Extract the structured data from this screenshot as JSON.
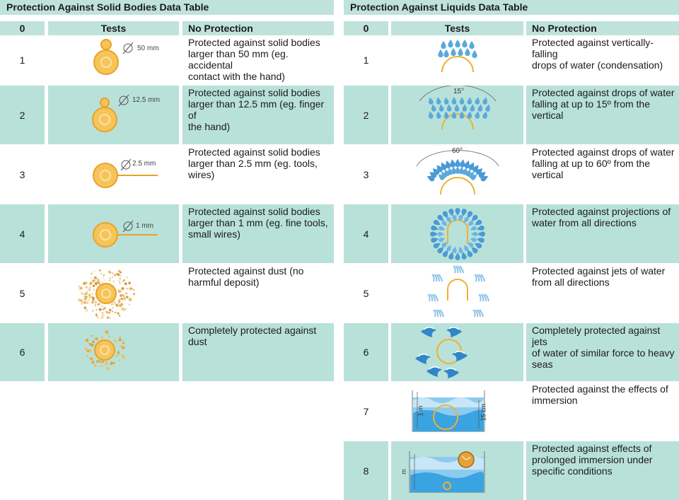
{
  "solid": {
    "title": "Protection Against Solid Bodies Data Table",
    "headers": {
      "index": "0",
      "tests": "Tests",
      "description": "No Protection"
    },
    "rows": [
      {
        "num": "1",
        "label": "50 mm",
        "icon": "solid-50mm-icon",
        "lines": [
          "Protected against solid bodies",
          "larger than 50 mm (eg. accidental",
          "contact with the hand)"
        ]
      },
      {
        "num": "2",
        "label": "12.5 mm",
        "icon": "solid-12-5mm-icon",
        "lines": [
          "Protected against solid bodies",
          "larger than 12.5 mm (eg. finger of",
          "the hand)"
        ]
      },
      {
        "num": "3",
        "label": "2.5 mm",
        "icon": "solid-2-5mm-icon",
        "lines": [
          "Protected against solid bodies",
          "larger than 2.5 mm (eg. tools,",
          "wires)"
        ]
      },
      {
        "num": "4",
        "label": "1 mm",
        "icon": "solid-1mm-icon",
        "lines": [
          "Protected against solid bodies",
          "larger than 1 mm (eg. fine tools,",
          "small wires)"
        ]
      },
      {
        "num": "5",
        "label": "",
        "icon": "dust-protected-icon",
        "lines": [
          "Protected against dust (no",
          "harmful deposit)"
        ]
      },
      {
        "num": "6",
        "label": "",
        "icon": "dust-tight-icon",
        "lines": [
          "Completely protected against",
          "dust"
        ]
      }
    ]
  },
  "liquid": {
    "title": "Protection Against Liquids Data Table",
    "headers": {
      "index": "0",
      "tests": "Tests",
      "description": "No Protection"
    },
    "rows": [
      {
        "num": "1",
        "label": "",
        "icon": "vertical-drops-icon",
        "lines": [
          "Protected against vertically-falling",
          "drops of water (condensation)"
        ]
      },
      {
        "num": "2",
        "label": "15°",
        "icon": "drops-15deg-icon",
        "lines": [
          "Protected against drops of water",
          "falling at up to 15º from the",
          "vertical"
        ]
      },
      {
        "num": "3",
        "label": "60°",
        "icon": "drops-60deg-icon",
        "lines": [
          "Protected against drops of water",
          "falling at up to 60º from the",
          "vertical"
        ]
      },
      {
        "num": "4",
        "label": "",
        "icon": "splash-all-directions-icon",
        "lines": [
          "Protected against projections of",
          "water from all directions"
        ]
      },
      {
        "num": "5",
        "label": "",
        "icon": "jets-all-directions-icon",
        "lines": [
          "Protected against jets of water",
          "from all directions"
        ]
      },
      {
        "num": "6",
        "label": "",
        "icon": "heavy-seas-icon",
        "lines": [
          "Completely protected against jets",
          "of water of similar force to heavy",
          "seas"
        ]
      },
      {
        "num": "7",
        "label": "1 m",
        "label2": "15 cm",
        "icon": "immersion-icon",
        "lines": [
          "Protected against the effects of",
          "immersion"
        ]
      },
      {
        "num": "8",
        "label": "m",
        "icon": "prolonged-immersion-icon",
        "lines": [
          "Protected against effects of",
          "prolonged immersion under",
          "specific conditions"
        ]
      }
    ]
  },
  "colors": {
    "header": "#bfe3db",
    "band": "#b8e1d9",
    "gold": "#f2b02e",
    "water": "#5aa9dc"
  }
}
